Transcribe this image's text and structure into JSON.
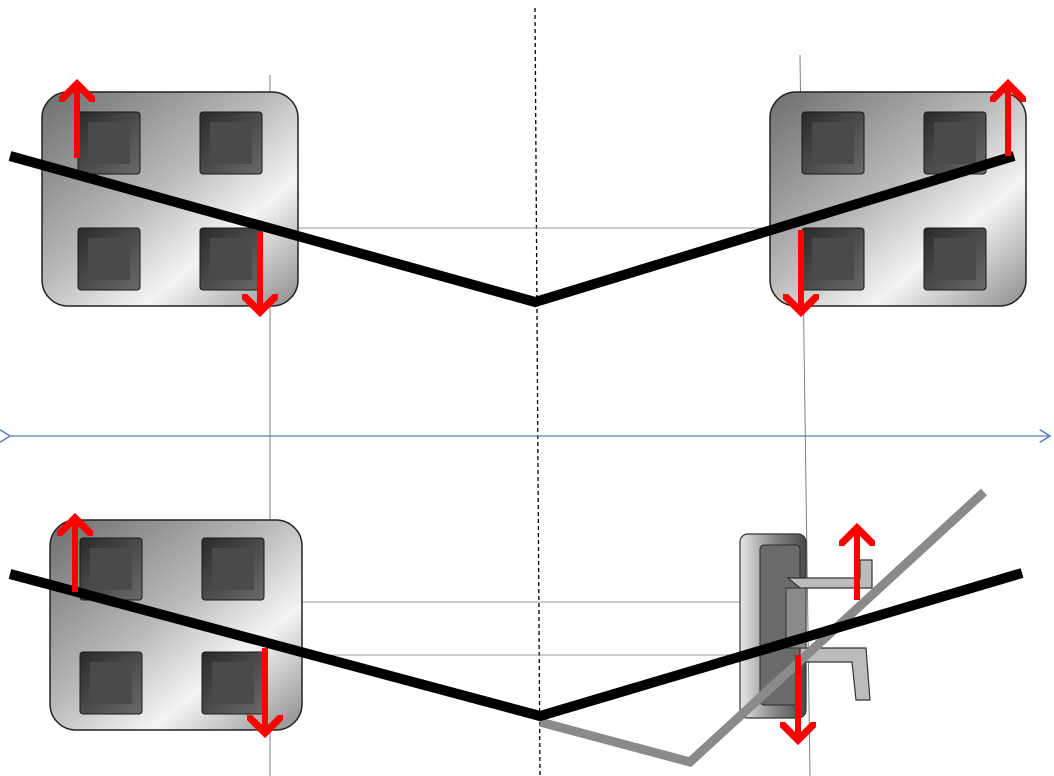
{
  "diagram": {
    "colors": {
      "background": "#ffffff",
      "arch_wire": "#000000",
      "alt_wire": "#8a8a8a",
      "force_arrow": "#ff0000",
      "reference_line": "#7f7f7f",
      "midline": "#000000",
      "horizontal_axis": "#5b7fc4",
      "bracket_face": "#9a9a9a"
    },
    "elements": {
      "brackets": [
        "four-slot-bracket-upper-left",
        "four-slot-bracket-upper-right",
        "four-slot-bracket-lower-left",
        "tube-bracket-lower-right"
      ],
      "wires": [
        "v-bend-wire-upper",
        "v-bend-wire-lower",
        "gray-v-wire-lower"
      ],
      "force_arrows": [
        "up-arrow",
        "down-arrow"
      ],
      "reference_lines": [
        "vertical-midline-dashed",
        "horizontal-double-arrow"
      ]
    }
  }
}
